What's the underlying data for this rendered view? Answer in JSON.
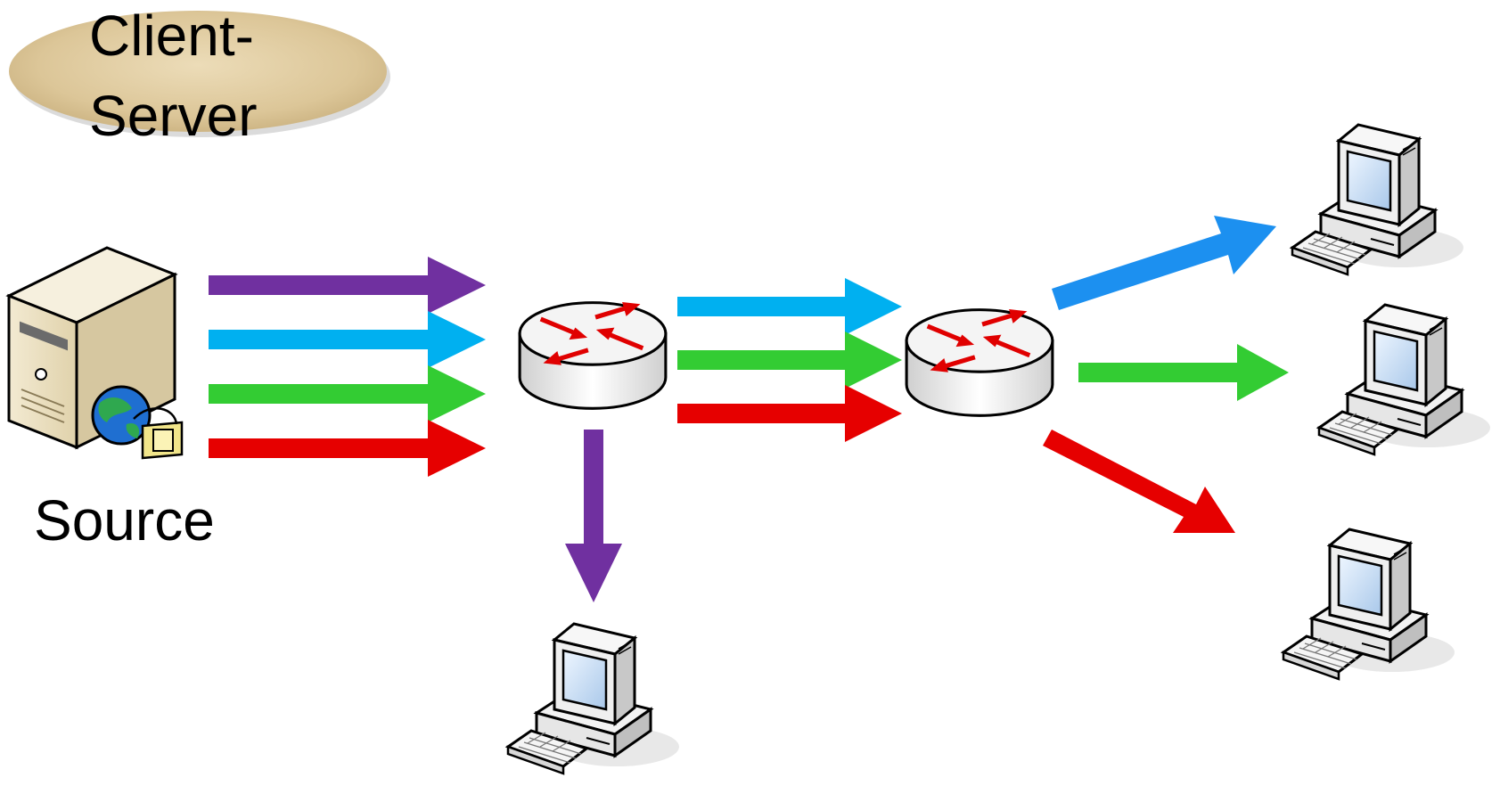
{
  "title": {
    "line1": "Client-",
    "line2": "Server"
  },
  "source_label": "Source",
  "colors": {
    "purple": "#7030A0",
    "light_blue": "#00B0F0",
    "green": "#33CC33",
    "red": "#E60000",
    "blue": "#1C90F0",
    "badge": "#E2CFA4",
    "router_top": "#F2F2F2",
    "router_stroke": "#000000"
  },
  "icons": {
    "server": "server-icon",
    "router": "router-icon",
    "computer": "desktop-computer-icon",
    "globe": "globe-icon",
    "film": "film-reel-icon"
  }
}
